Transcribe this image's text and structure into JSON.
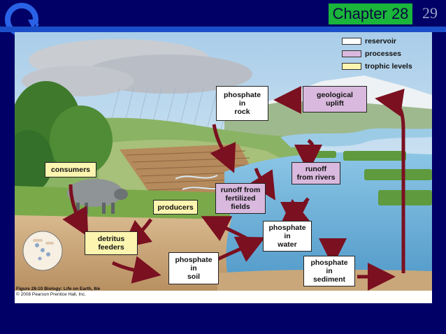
{
  "header": {
    "chapter_label": "Chapter 28",
    "page_number": "29",
    "logo_icon": "refresh-circle-icon"
  },
  "legend": {
    "reservoir": "reservoir",
    "processes": "processes",
    "trophic_levels": "trophic levels"
  },
  "nodes": {
    "phosphate_in_rock": [
      "phosphate",
      "in",
      "rock"
    ],
    "geological_uplift": [
      "geological",
      "uplift"
    ],
    "consumers": [
      "consumers"
    ],
    "runoff_from_rivers": [
      "runoff",
      "from rivers"
    ],
    "runoff_from_fields": [
      "runoff from",
      "fertilized",
      "fields"
    ],
    "producers": [
      "producers"
    ],
    "phosphate_in_water": [
      "phosphate",
      "in",
      "water"
    ],
    "detritus_feeders": [
      "detritus",
      "feeders"
    ],
    "phosphate_in_soil": [
      "phosphate",
      "in",
      "soil"
    ],
    "phosphate_in_sediment": [
      "phosphate",
      "in",
      "sediment"
    ]
  },
  "caption": {
    "line1_bold": "Figure 28-10",
    "line1_rest": "Biology: Life on Earth, 8/e",
    "line2": "© 2008 Pearson Prentice Hall, Inc."
  },
  "colors": {
    "background": "#000066",
    "chapter_box": "#1ab53a",
    "accent_line": "#1b4fc9",
    "arrow": "#7a1020",
    "reservoir": "#ffffff",
    "process": "#d9b9de",
    "trophic": "#fbf5b0"
  }
}
